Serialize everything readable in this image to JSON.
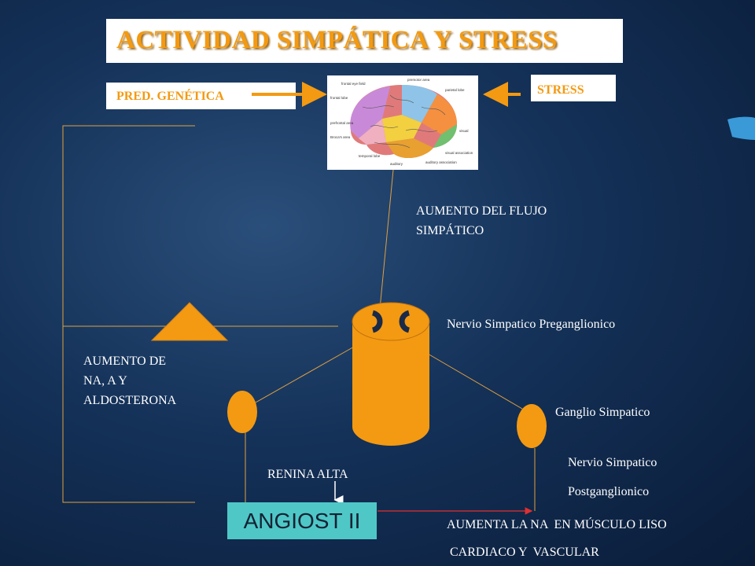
{
  "title": "ACTIVIDAD SIMPÁTICA Y STRESS",
  "inputs": {
    "genetic": "PRED. GENÉTICA",
    "stress": "STRESS"
  },
  "labels": {
    "flow": [
      "AUMENTO DEL FLUJO",
      "SIMPÁTICO"
    ],
    "preganglionic": "Nervio Simpatico Preganglionico",
    "increase": [
      "AUMENTO DE",
      "NA, A Y",
      "ALDOSTERONA"
    ],
    "ganglion": "Ganglio Simpatico",
    "postganglionic": [
      "Nervio Simpatico",
      "Postganglionico"
    ],
    "renin": "RENINA ALTA",
    "angiotensin": "ANGIOST II",
    "effect": [
      "AUMENTA LA NA  EN MÚSCULO LISO",
      " CARDIACO Y  VASCULAR"
    ]
  },
  "brain_labels": [
    "frontal eye field",
    "premotor area",
    "parietal lobe",
    "frontal lobe",
    "prefrontal area",
    "Broca's area",
    "temporal lobe",
    "auditory",
    "visual",
    "visual association",
    "auditory association"
  ],
  "colors": {
    "accent": "#f39a12",
    "angiotensin_box": "#4fc7c7",
    "line": "#e0a040",
    "background": "#143158"
  }
}
